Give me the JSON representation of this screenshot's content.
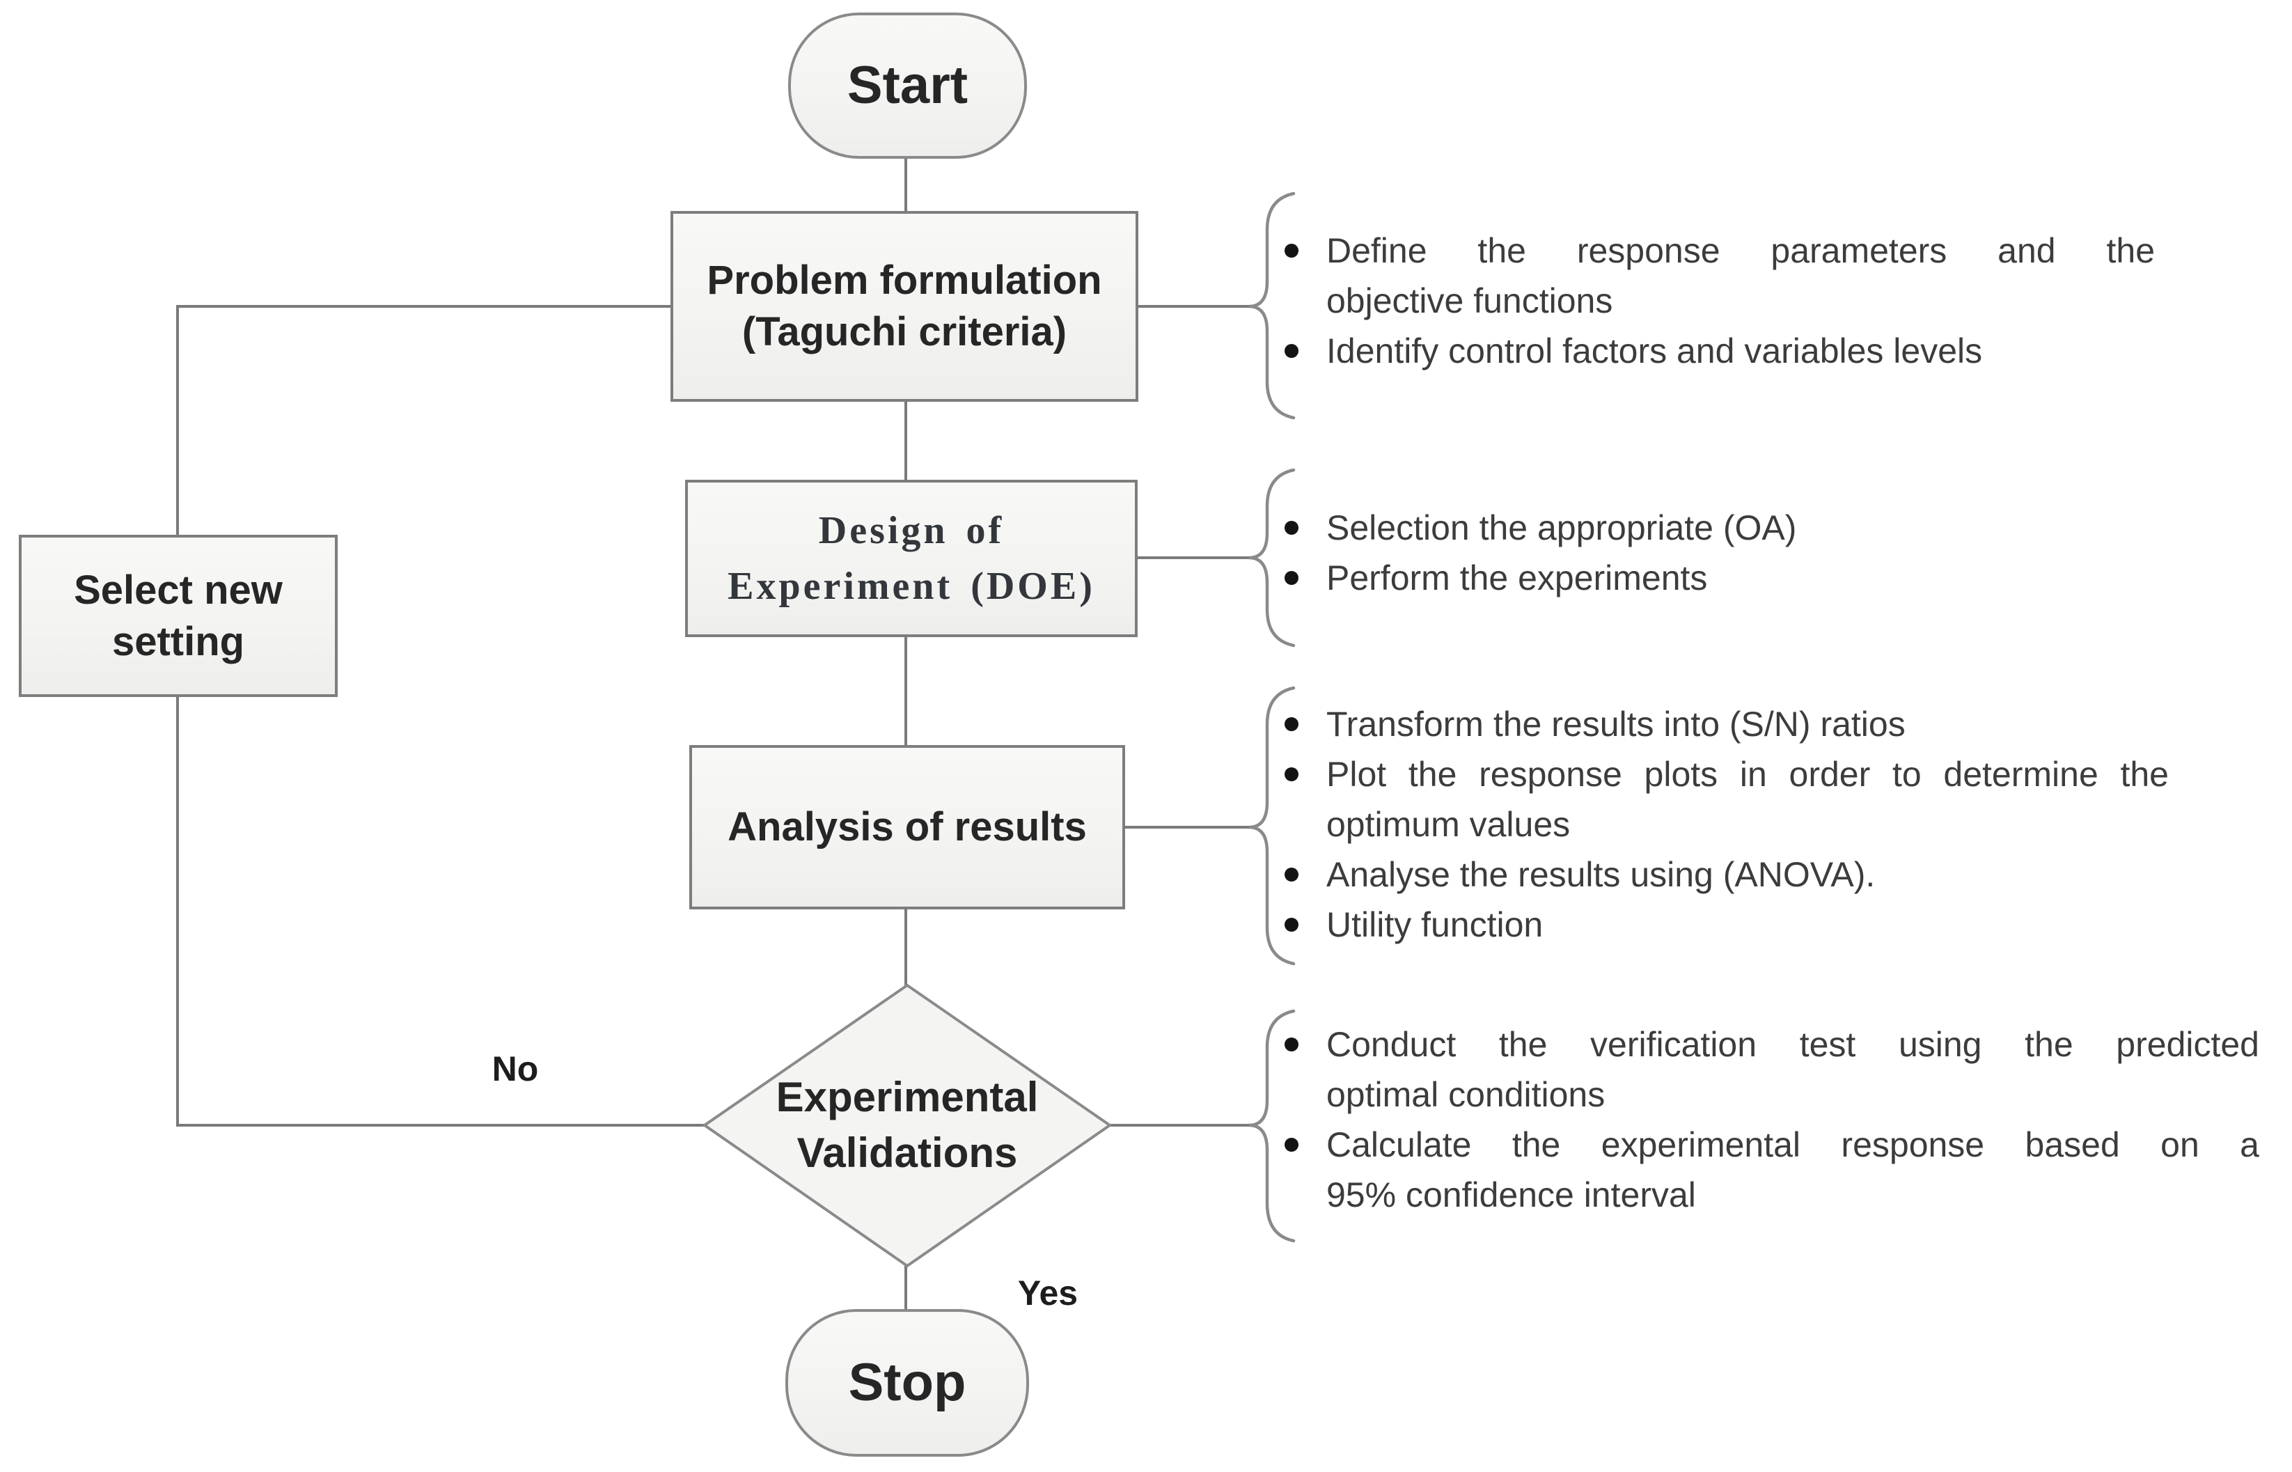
{
  "figure": {
    "type": "flowchart",
    "topic": "Taguchi method / Design of Experiment workflow"
  },
  "nodes": {
    "start": {
      "label": "Start"
    },
    "problem": {
      "line1": "Problem formulation",
      "line2": "(Taguchi criteria)"
    },
    "doe": {
      "line1": "Design of",
      "line2": "Experiment (DOE)"
    },
    "analysis": {
      "label": "Analysis of results"
    },
    "validation": {
      "line1": "Experimental",
      "line2": "Validations"
    },
    "select": {
      "line1": "Select new",
      "line2": "setting"
    },
    "stop": {
      "label": "Stop"
    }
  },
  "edge_labels": {
    "no": "No",
    "yes": "Yes"
  },
  "annotations": {
    "problem": {
      "items": [
        {
          "lines": [
            "Define the response parameters and the",
            "objective functions"
          ]
        },
        {
          "lines": [
            "Identify control factors and variables levels"
          ]
        }
      ]
    },
    "doe": {
      "items": [
        {
          "lines": [
            "Selection the appropriate (OA)"
          ]
        },
        {
          "lines": [
            "Perform the experiments"
          ]
        }
      ]
    },
    "analysis": {
      "items": [
        {
          "lines": [
            "Transform the results into (S/N) ratios"
          ]
        },
        {
          "lines": [
            "Plot the response plots in order to determine the",
            "optimum values"
          ]
        },
        {
          "lines": [
            "Analyse the results using (ANOVA)."
          ]
        },
        {
          "lines": [
            "Utility function"
          ]
        }
      ]
    },
    "validation": {
      "items": [
        {
          "lines": [
            "Conduct the verification test using the predicted",
            "optimal conditions"
          ]
        },
        {
          "lines": [
            "Calculate the experimental response based on a",
            "95% confidence interval"
          ]
        }
      ]
    }
  },
  "colors": {
    "node_fill": "#f4f4f2",
    "node_border": "#7d7d7d",
    "connector": "#7a7a7a",
    "label_text": "#262626",
    "annotation_text": "#3c3c3c",
    "bullet": "#141414",
    "background": "#ffffff"
  }
}
